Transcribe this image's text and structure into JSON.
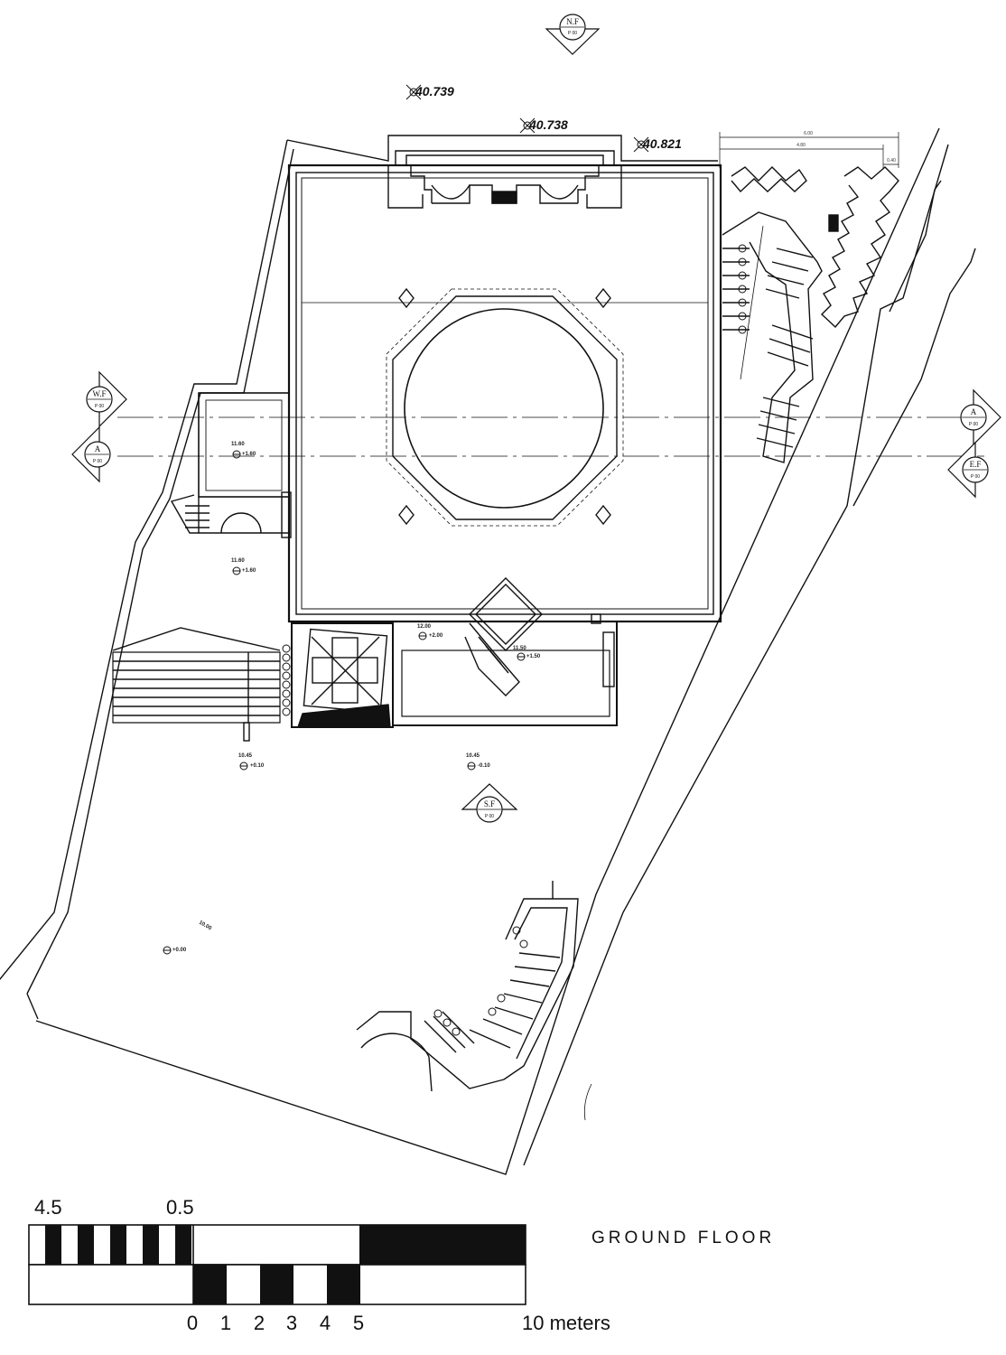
{
  "drawing": {
    "title": "GROUND FLOOR",
    "levels": {
      "top_left": "40.739",
      "top_center": "40.738",
      "top_right": "40.821"
    },
    "section_markers": {
      "north": {
        "label": "N.F",
        "sheet": "P 00"
      },
      "west": {
        "label": "W.F",
        "sheet": "P 00"
      },
      "section_a_left": {
        "label": "A",
        "sheet": "P 00"
      },
      "section_a_right": {
        "label": "A",
        "sheet": "P 00"
      },
      "east": {
        "label": "E.F",
        "sheet": "P 00"
      },
      "south": {
        "label": "S.F",
        "sheet": "P 00"
      }
    },
    "spot_levels": {
      "l1": {
        "name": "11.60",
        "value": "+1.60"
      },
      "l2": {
        "name": "11.60",
        "value": "+1.60"
      },
      "l3": {
        "name": "12.00",
        "value": "+2.00"
      },
      "l4": {
        "name": "11.50",
        "value": "+1.50"
      },
      "l5": {
        "name": "10.45",
        "value": "+0.10"
      },
      "l6": {
        "name": "10.45",
        "value": "-0.10"
      },
      "l7": {
        "name": "10.00",
        "value": ""
      },
      "l8": {
        "name": "",
        "value": "+0.00"
      }
    },
    "dimensions": {
      "d1": "6.00",
      "d2": "4.80",
      "d3": "0.40"
    }
  },
  "scale_bar": {
    "top_labels": [
      "4.5",
      "0.5"
    ],
    "bottom_labels": [
      "0",
      "1",
      "2",
      "3",
      "4",
      "5"
    ],
    "end_label": "10 meters"
  }
}
